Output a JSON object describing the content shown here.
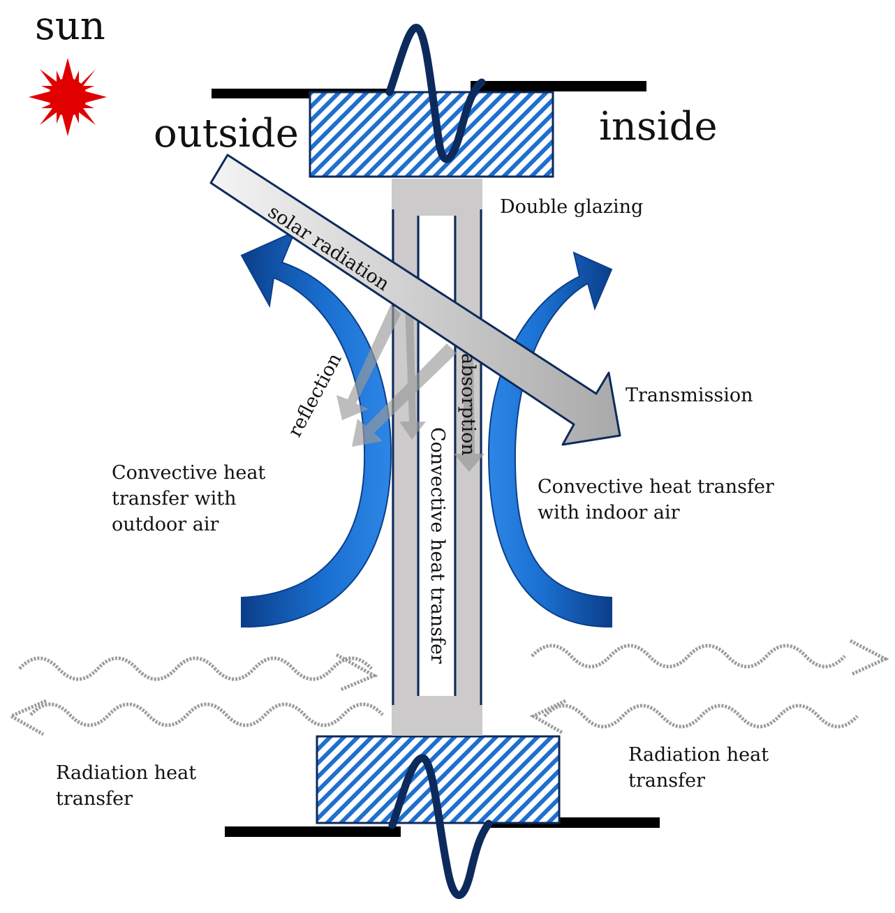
{
  "labels": {
    "sun": "sun",
    "outside": "outside",
    "inside": "inside",
    "double_glazing": "Double glazing",
    "solar_radiation": "solar radiation",
    "reflection": "reflection",
    "absorption": "absorption",
    "transmission": "Transmission",
    "convective_cavity": "Convective heat transfer",
    "convective_outdoor": [
      "Convective heat",
      "transfer with",
      "outdoor air"
    ],
    "convective_indoor": [
      "Convective heat transfer",
      "with indoor air"
    ],
    "radiation_left": [
      "Radiation heat",
      "transfer"
    ],
    "radiation_right": [
      "Radiation heat",
      "transfer"
    ]
  },
  "colors": {
    "sun": "#e00000",
    "convection_arrow": "#1a6fd0",
    "convection_arrow_dark": "#0b3e8a",
    "hatch_blue": "#1f6fcf",
    "seal_wave": "#0d2a5c",
    "frame_line": "#000000",
    "glass_frame": "#cccaca",
    "glass_outline": "#0d2a5c",
    "ray_gray": "#9a9a9a"
  },
  "icons": {
    "sun": "sun-icon"
  }
}
